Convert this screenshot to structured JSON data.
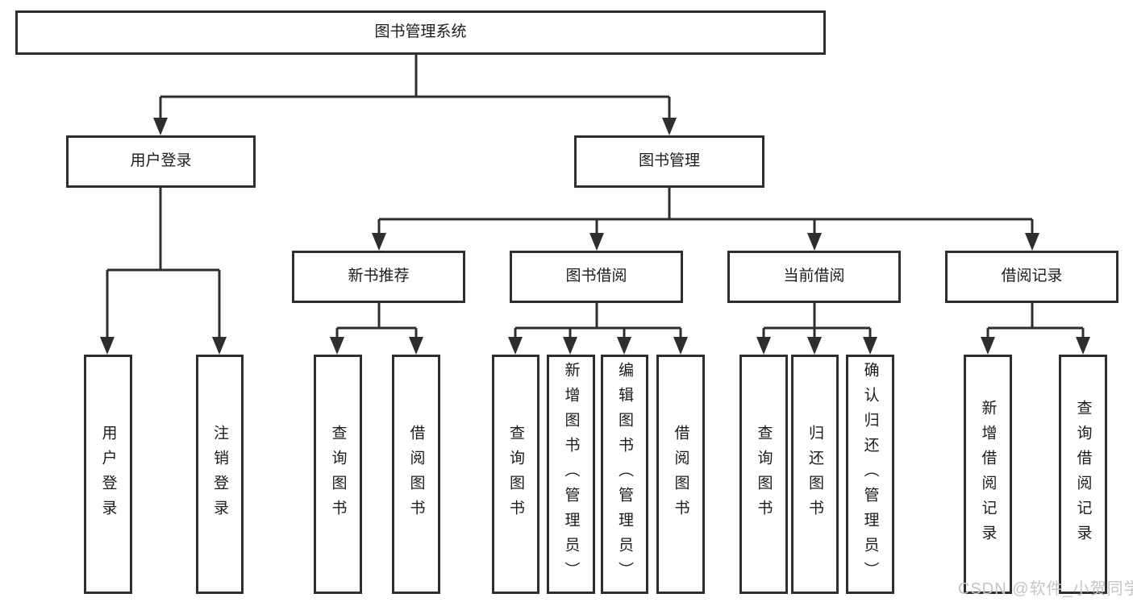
{
  "tree": {
    "label": "图书管理系统",
    "children": [
      {
        "label": "用户登录",
        "children": [
          {
            "label": "用户登录"
          },
          {
            "label": "注销登录"
          }
        ]
      },
      {
        "label": "图书管理",
        "children": [
          {
            "label": "新书推荐",
            "children": [
              {
                "label": "查询图书"
              },
              {
                "label": "借阅图书"
              }
            ]
          },
          {
            "label": "图书借阅",
            "children": [
              {
                "label": "查询图书"
              },
              {
                "label": "新增图书（管理员）"
              },
              {
                "label": "编辑图书（管理员）"
              },
              {
                "label": "借阅图书"
              }
            ]
          },
          {
            "label": "当前借阅",
            "children": [
              {
                "label": "查询图书"
              },
              {
                "label": "归还图书"
              },
              {
                "label": "确认归还（管理员）"
              }
            ]
          },
          {
            "label": "借阅记录",
            "children": [
              {
                "label": "新增借阅记录"
              },
              {
                "label": "查询借阅记录"
              }
            ]
          }
        ]
      }
    ]
  },
  "watermark": {
    "text": "CSDN @软件_小贺同学"
  },
  "colors": {
    "line": "#2e2e2e",
    "text": "#1c1c1c",
    "watermark": "#c5c5c5",
    "background": "#ffffff"
  }
}
